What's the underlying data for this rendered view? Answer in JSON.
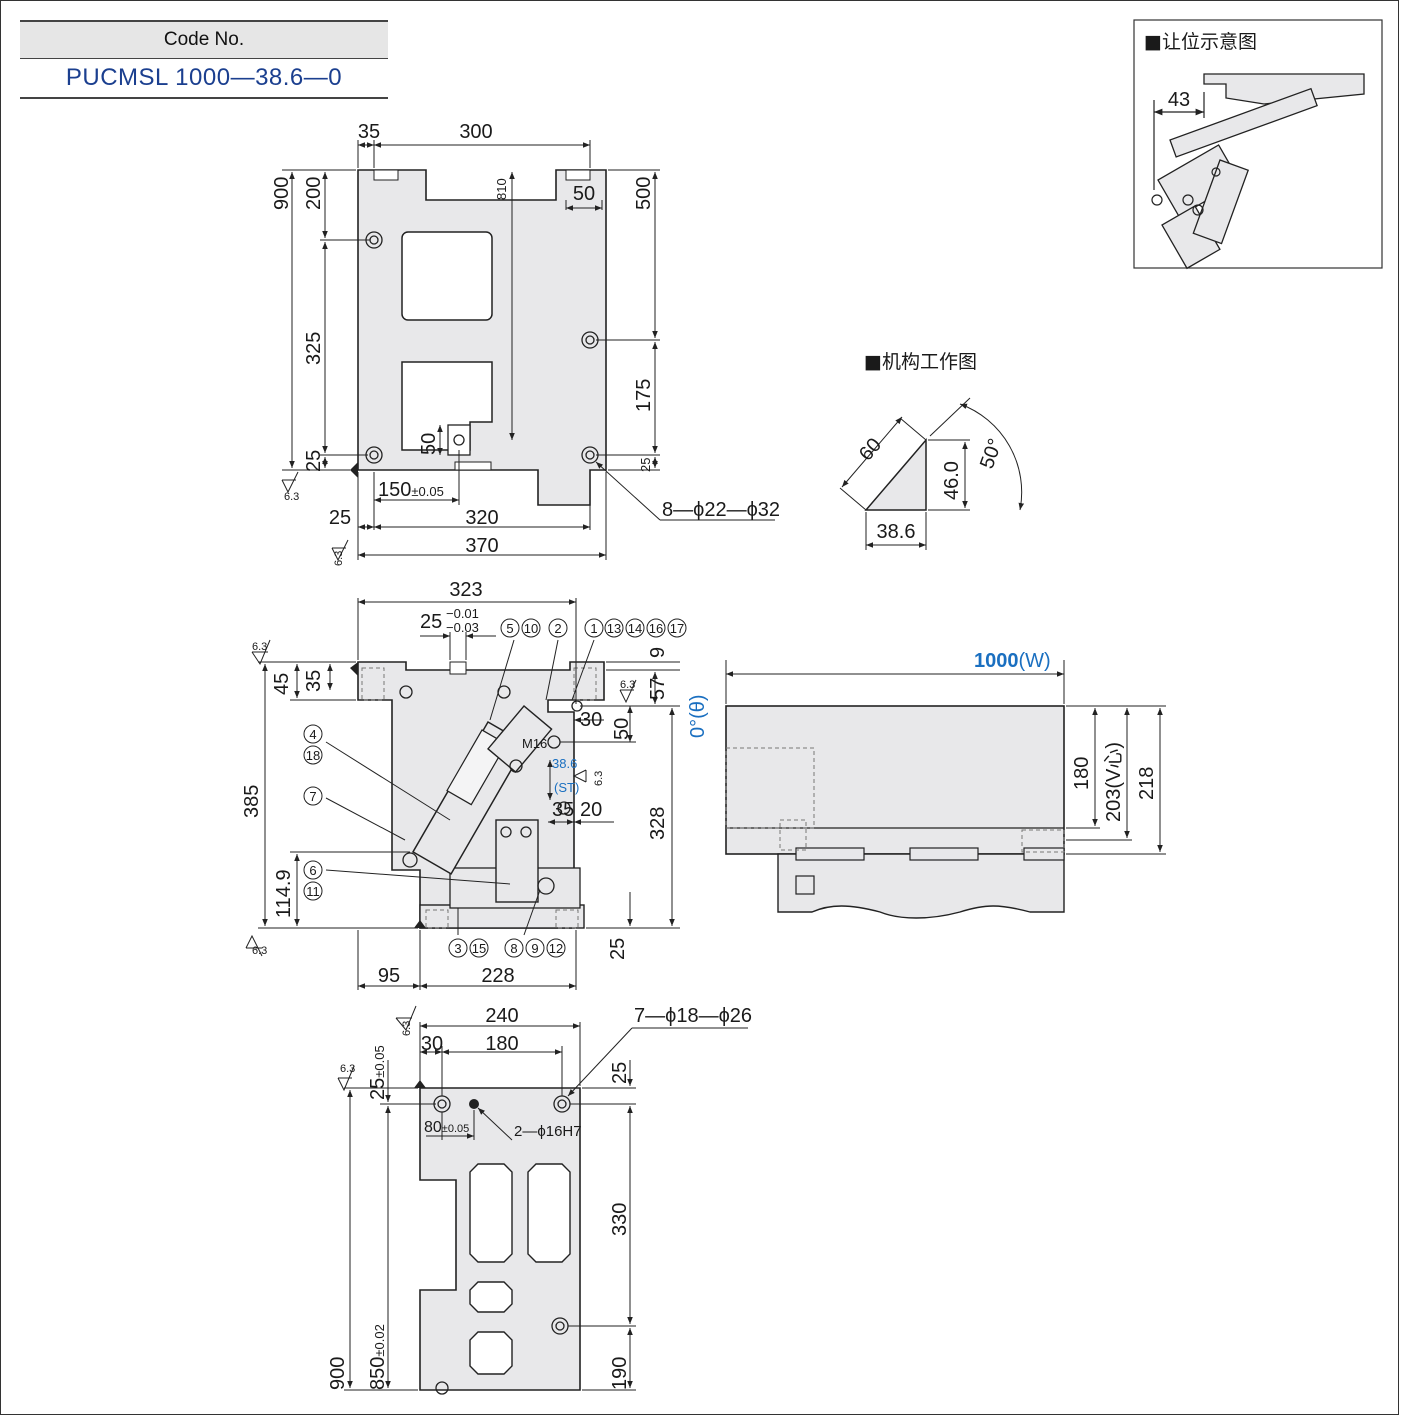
{
  "code": {
    "label": "Code No.",
    "value": "PUCMSL 1000—38.6—0"
  },
  "top_view": {
    "dims": {
      "d35": "35",
      "d300": "300",
      "d810": "810",
      "d50_top": "50",
      "d900": "900",
      "d200": "200",
      "d500": "500",
      "d325": "325",
      "d175": "175",
      "d50_slot": "50",
      "d25_left": "25",
      "d25_right": "25",
      "d150": "150",
      "d150_tol": "±0.05",
      "d25_bottom": "25",
      "d320": "320",
      "d370": "370",
      "holes": "8—ϕ22—ϕ32",
      "rough1": "6.3",
      "rough2": "6.3"
    }
  },
  "mechanism": {
    "title": "■机构工作图",
    "d60": "60",
    "d46": "46.0",
    "d50deg": "50°",
    "d38_6": "38.6"
  },
  "clearance": {
    "title": "■让位示意图",
    "d43": "43"
  },
  "side_view": {
    "dims": {
      "d323": "323",
      "d25": "25",
      "tol_upper": "−0.01",
      "tol_lower": "−0.03",
      "d9": "9",
      "d57": "57",
      "d30": "30",
      "d50": "50",
      "d45": "45",
      "d35": "35",
      "d385": "385",
      "d114_9": "114.9",
      "d328": "328",
      "d35b": "35",
      "d20": "20",
      "d25_right": "25",
      "d95": "95",
      "d228": "228",
      "m16": "M16",
      "st_val": "38.6",
      "st_lbl": "(ST)",
      "theta": "0°(θ)",
      "rough_a": "6.3",
      "rough_b": "6.3",
      "rough_c": "6.3",
      "rough_d": "6.3"
    },
    "balloons": {
      "top": [
        "5",
        "10",
        "2",
        "1",
        "13",
        "14",
        "16",
        "17"
      ],
      "left_a": [
        "4",
        "18"
      ],
      "left_b": [
        "7"
      ],
      "left_c": [
        "6",
        "11"
      ],
      "bottom_a": [
        "3",
        "15"
      ],
      "bottom_b": [
        "8",
        "9",
        "12"
      ]
    }
  },
  "front_view": {
    "dims": {
      "w": "1000",
      "w_lbl": "(W)",
      "d180": "180",
      "d203": "203(V心)",
      "d218": "218"
    }
  },
  "bottom_view": {
    "dims": {
      "d240": "240",
      "d30": "30",
      "d180": "180",
      "holes": "7—ϕ18—ϕ26",
      "d25v": "25",
      "d25v_tol": "±0.05",
      "d25r": "25",
      "d80": "80",
      "d80_tol": "±0.05",
      "pins": "2—ϕ16H7",
      "d330": "330",
      "d900": "900",
      "d850": "850",
      "d850_tol": "±0.02",
      "d190": "190",
      "rough_a": "6.3",
      "rough_b": "6.3"
    }
  }
}
